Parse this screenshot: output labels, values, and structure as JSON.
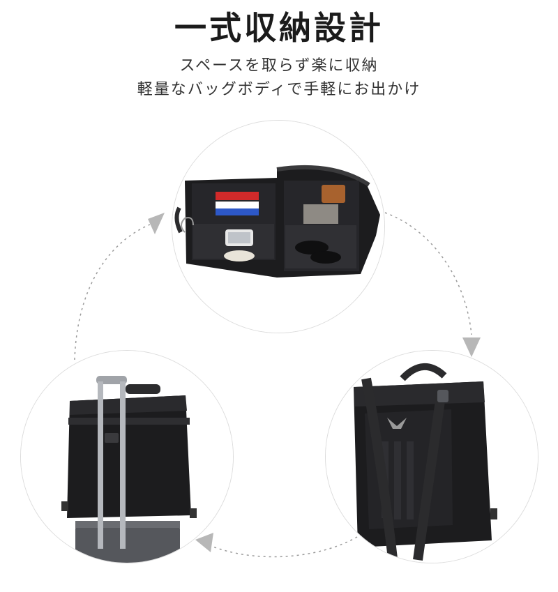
{
  "heading": {
    "title": "一式収納設計",
    "subtitle_line1": "スペースを取らず楽に収納",
    "subtitle_line2": "軽量なバッグボディで手軽にお出かけ"
  },
  "images": {
    "top": "open-garment-bag-organizer",
    "left": "garment-bag-on-suitcase-handle",
    "right": "folded-garment-bag-with-strap"
  },
  "colors": {
    "bag": "#1c1c1e",
    "tie_red": "#d22a2a",
    "tie_blue": "#2d58c8",
    "wallet": "#a8622e",
    "arrow": "#b7b7b7",
    "dots": "#9a9a9a"
  }
}
